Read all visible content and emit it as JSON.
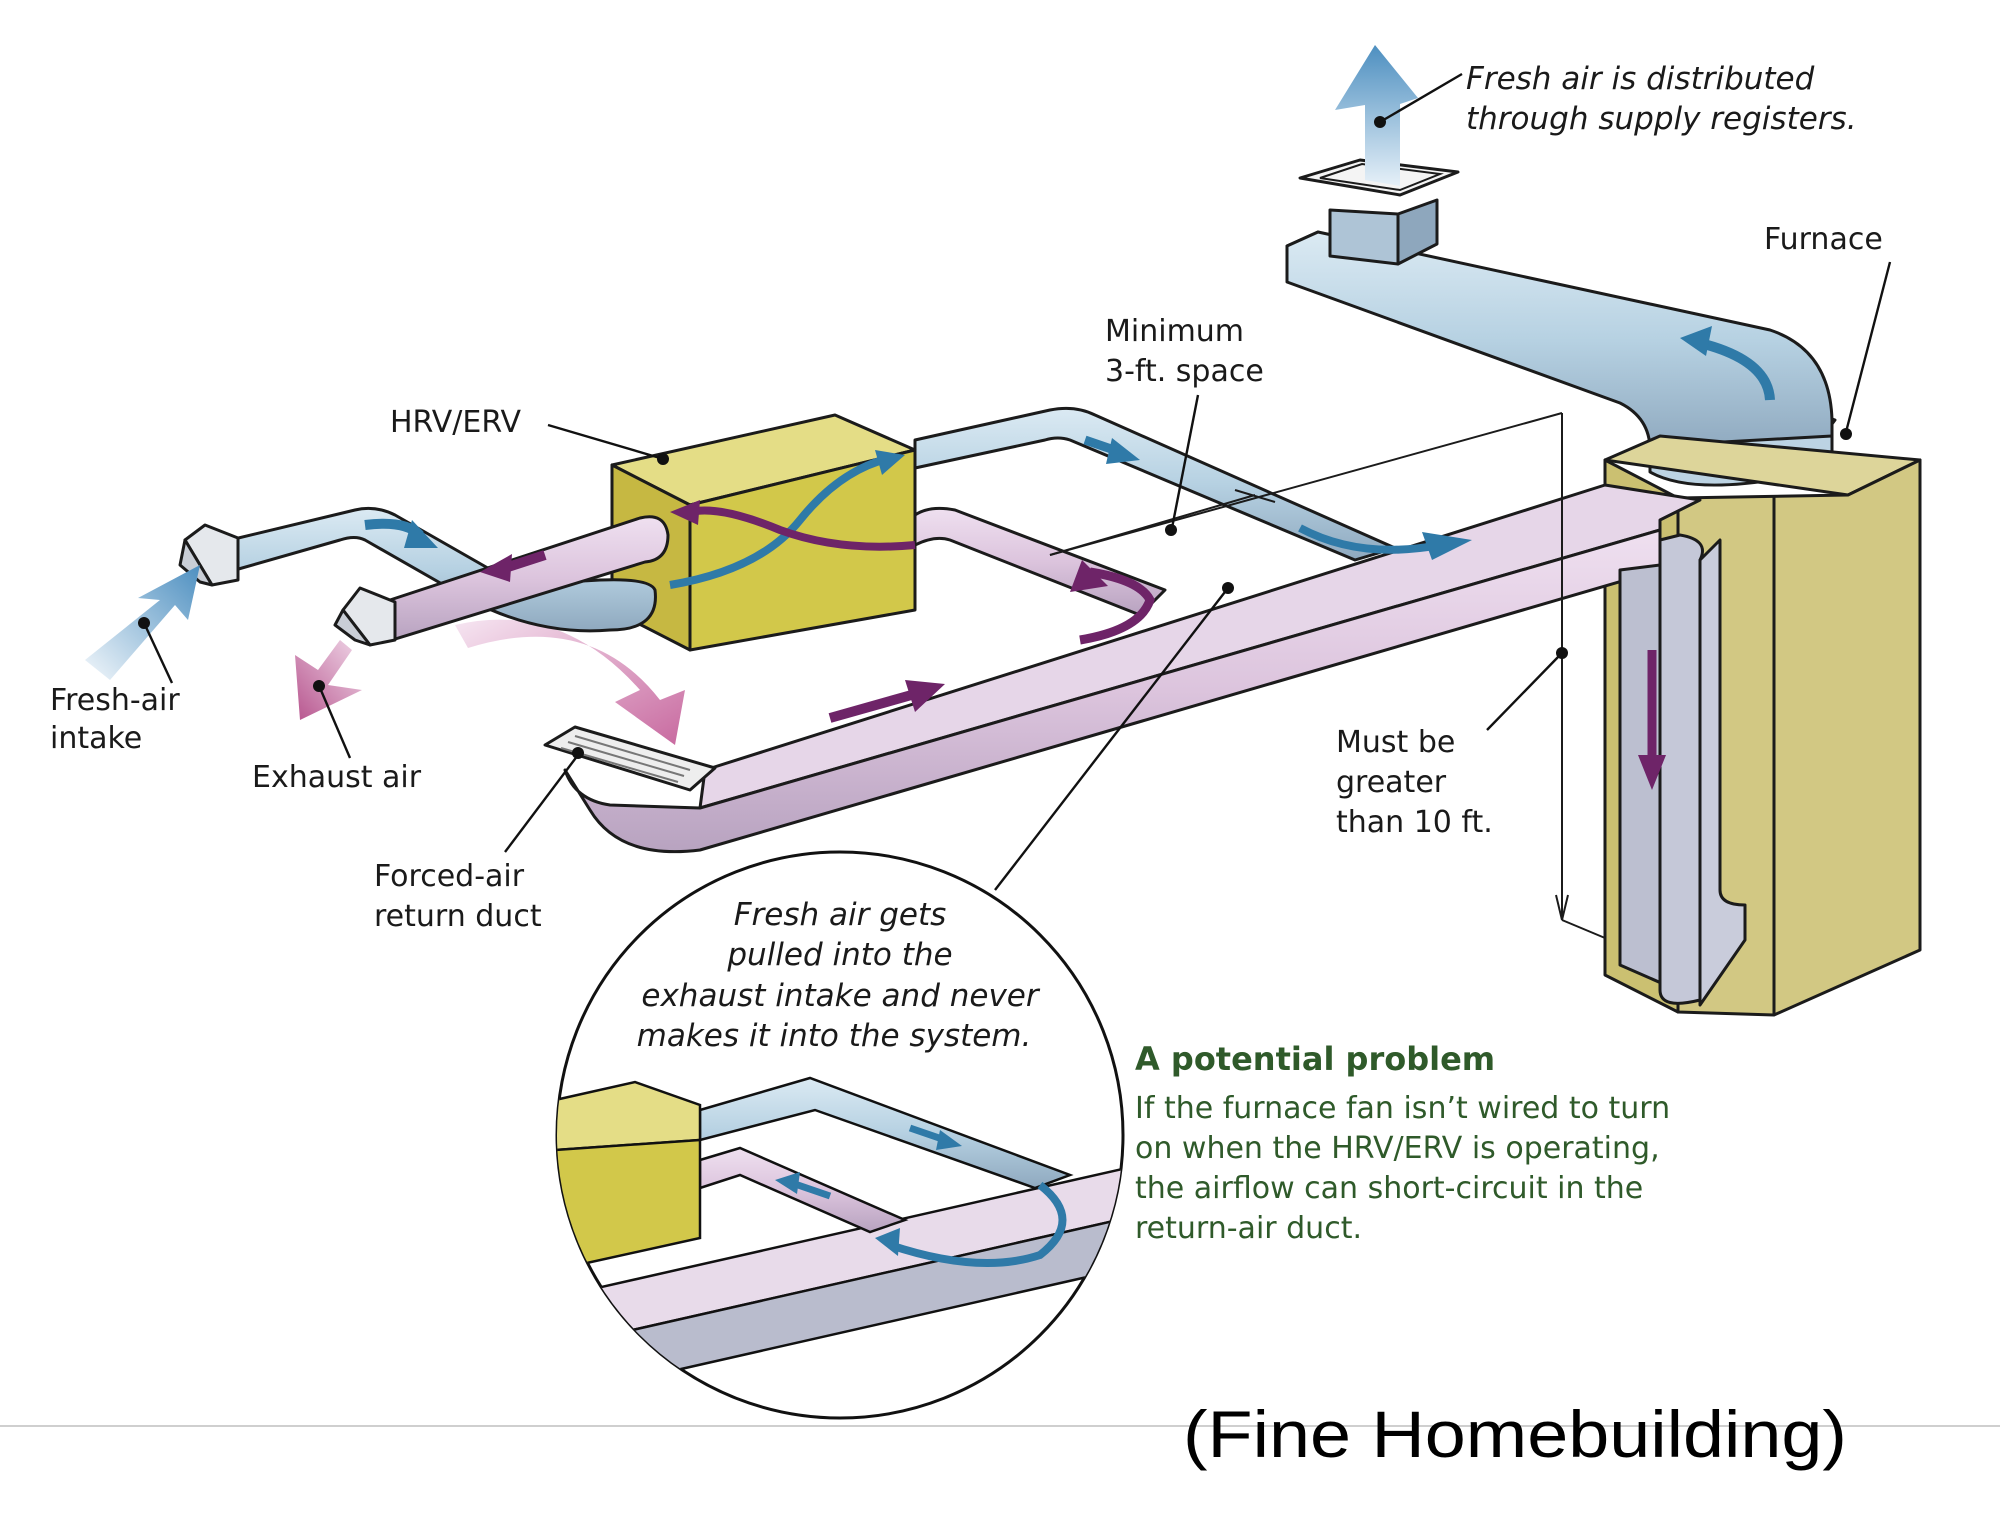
{
  "diagram": {
    "title": "HRV/ERV connected to a forced-air furnace return duct",
    "labels": {
      "supply_registers_line1": "Fresh air is distributed",
      "supply_registers_line2": "through supply registers.",
      "furnace": "Furnace",
      "minimum_line1": "Minimum",
      "minimum_line2": "3-ft. space",
      "hrv_erv": "HRV/ERV",
      "fresh_air_line1": "Fresh-air",
      "fresh_air_line2": "intake",
      "exhaust_air": "Exhaust air",
      "return_duct_line1": "Forced-air",
      "return_duct_line2": "return duct",
      "must_be_line1": "Must be",
      "must_be_line2": "greater",
      "must_be_line3": "than 10 ft."
    },
    "inset": {
      "lines": [
        "Fresh air gets",
        "pulled into the",
        "exhaust intake and never",
        "makes it into the system."
      ]
    },
    "problem": {
      "heading": "A potential problem",
      "lines": [
        "If the furnace fan isn’t wired to turn",
        "on when the HRV/ERV is operating,",
        "the airflow can short-circuit in the",
        "return-air duct."
      ]
    },
    "caption": "(Fine Homebuilding)",
    "colors": {
      "fresh_air": "#2f7aa8",
      "fresh_duct": "#b9d3e3",
      "stale_air": "#6e2468",
      "stale_duct": "#e2cde3",
      "return_duct_side": "#b9bccd",
      "hrv_box": "#d2c84a",
      "furnace": "#cfc57e",
      "problem_text": "#2f5a2a"
    }
  }
}
